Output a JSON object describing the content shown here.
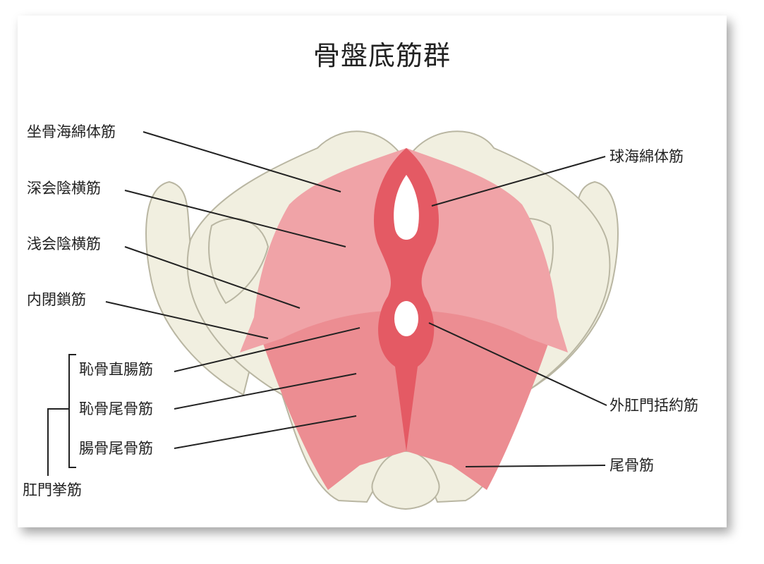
{
  "title": "骨盤底筋群",
  "labels_left": {
    "ischiocavernosus": "坐骨海綿体筋",
    "deep_transverse_perineal": "深会陰横筋",
    "superficial_transverse_perineal": "浅会陰横筋",
    "obturator_internus": "内閉鎖筋",
    "puborectalis": "恥骨直腸筋",
    "pubococcygeus": "恥骨尾骨筋",
    "iliococcygeus": "腸骨尾骨筋",
    "levator_ani": "肛門挙筋"
  },
  "labels_right": {
    "bulbospongiosus": "球海綿体筋",
    "external_anal_sphincter": "外肛門括約筋",
    "coccygeus": "尾骨筋"
  },
  "colors": {
    "bone": "#f1efe0",
    "bone_outline": "#b9b6a2",
    "muscle": "#ec8d92",
    "muscle_dark": "#e45a64",
    "muscle_light": "#f3b3b5"
  }
}
